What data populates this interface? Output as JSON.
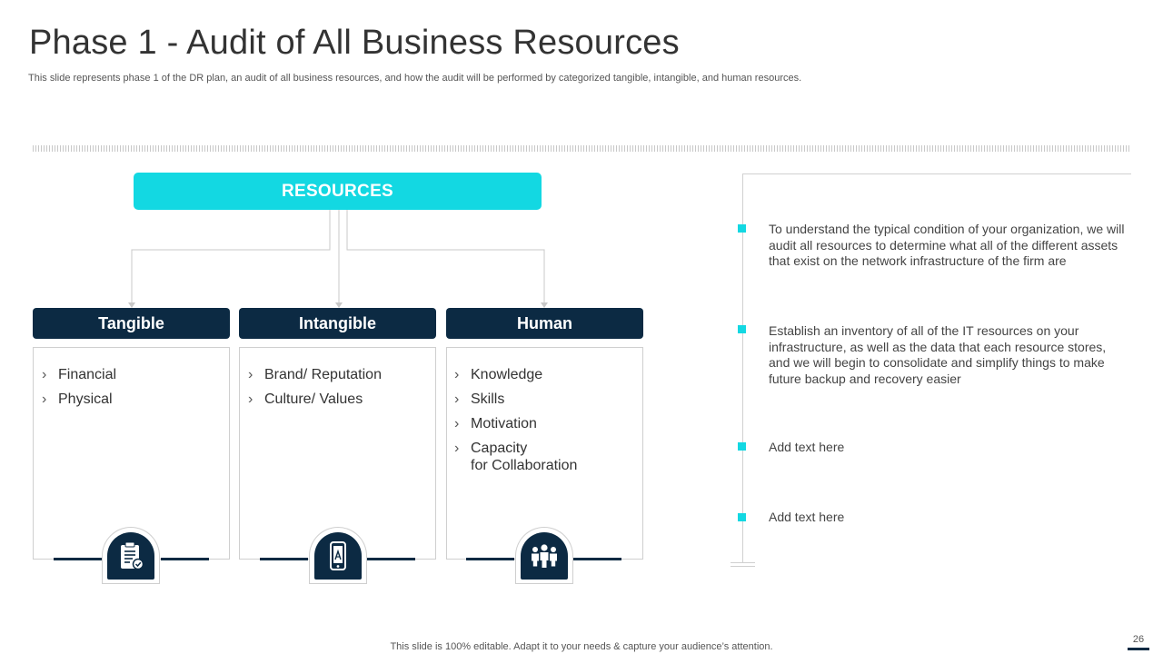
{
  "header": {
    "title": "Phase 1 - Audit of All Business Resources",
    "subtitle": "This slide represents phase 1 of the DR plan, an audit of all business resources, and how the audit will be performed by categorized tangible, intangible, and human resources."
  },
  "resources": {
    "label": "RESOURCES"
  },
  "columns": [
    {
      "heading": "Tangible",
      "items": [
        "Financial",
        "Physical"
      ],
      "icon": "clipboard-check-icon"
    },
    {
      "heading": "Intangible",
      "items": [
        "Brand/ Reputation",
        "Culture/ Values"
      ],
      "icon": "mobile-phone-icon"
    },
    {
      "heading": "Human",
      "items": [
        "Knowledge",
        "Skills",
        "Motivation",
        "Capacity\nfor Collaboration"
      ],
      "icon": "team-people-icon"
    }
  ],
  "points": [
    "To understand the typical condition of your organization, we will audit all resources to determine what all of the different assets that exist on the network infrastructure of the firm are",
    "Establish an inventory of all of the IT resources on your infrastructure, as well as the data that each resource stores, and we will begin to consolidate and simplify things to make future backup and recovery easier",
    "Add text here",
    "Add text here"
  ],
  "footer": {
    "note": "This slide is 100% editable. Adapt it to your needs & capture your audience’s attention.",
    "page_number": "26"
  },
  "colors": {
    "accent": "#13d8e2",
    "navy": "#0c2a43"
  }
}
